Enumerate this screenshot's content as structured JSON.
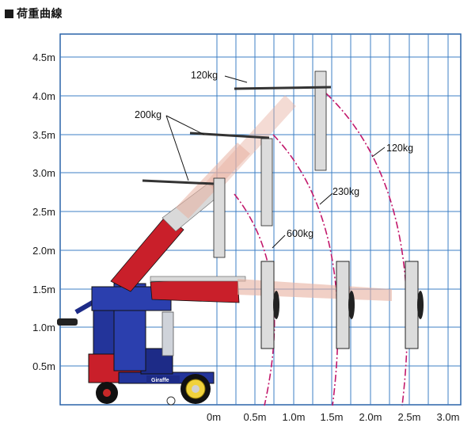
{
  "title": "荷重曲線",
  "axes": {
    "y_ticks": [
      "4.5m",
      "4.0m",
      "3.5m",
      "3.0m",
      "2.5m",
      "2.0m",
      "1.5m",
      "1.0m",
      "0.5m"
    ],
    "x_ticks": [
      "0m",
      "0.5m",
      "1.0m",
      "1.5m",
      "2.0m",
      "2.5m",
      "3.0m"
    ]
  },
  "load_labels": {
    "top": "120kg",
    "upper_left": "200kg",
    "outer_curve": "120kg",
    "middle_curve": "230kg",
    "inner_curve": "600kg"
  },
  "machine": {
    "brand_badge": "Giraffe"
  },
  "colors": {
    "grid": "#3c7fc4",
    "frame": "#2a63a8",
    "curve": "#c2186b",
    "boom_red": "#d62a2a",
    "body_blue": "#23349a"
  }
}
